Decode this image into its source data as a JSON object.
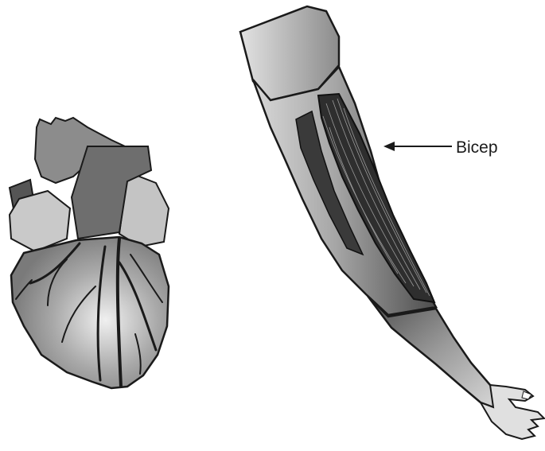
{
  "diagram": {
    "annotations": [
      {
        "text": "Bicep",
        "target": "bicep-muscle"
      }
    ],
    "colors": {
      "background": "#ffffff",
      "outline": "#1a1a1a",
      "skin_light": "#d2d2d2",
      "skin_mid": "#a8a8a8",
      "skin_dark": "#5a5a5a",
      "heart_light": "#c6c6c6",
      "heart_mid": "#8f8f8f",
      "heart_dark": "#6a6a6a"
    },
    "illustrations": [
      "heart-illustration",
      "arm-illustration"
    ]
  }
}
